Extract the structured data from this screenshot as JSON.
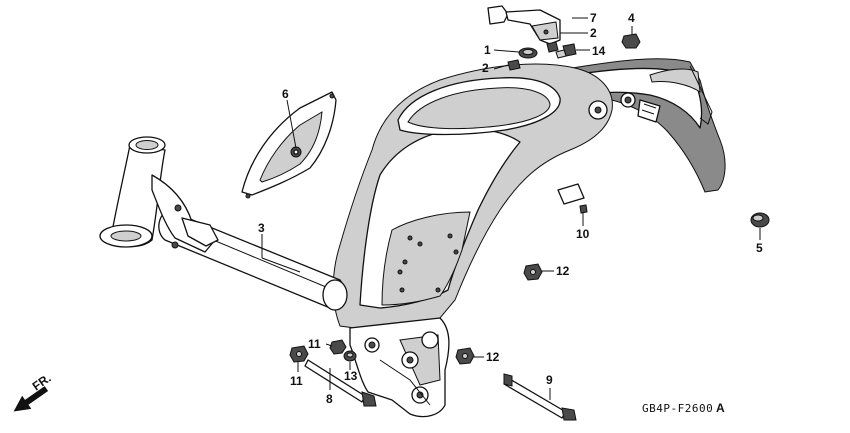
{
  "diagram": {
    "figure_code": "GB4P-F2600",
    "figure_suffix": "A",
    "direction_label": "FR.",
    "callouts": {
      "c1": "1",
      "c2a": "2",
      "c2b": "2",
      "c3": "3",
      "c4": "4",
      "c5": "5",
      "c6": "6",
      "c7": "7",
      "c8": "8",
      "c9": "9",
      "c10": "10",
      "c11a": "11",
      "c11b": "11",
      "c12a": "12",
      "c12b": "12",
      "c13": "13",
      "c14": "14"
    }
  }
}
